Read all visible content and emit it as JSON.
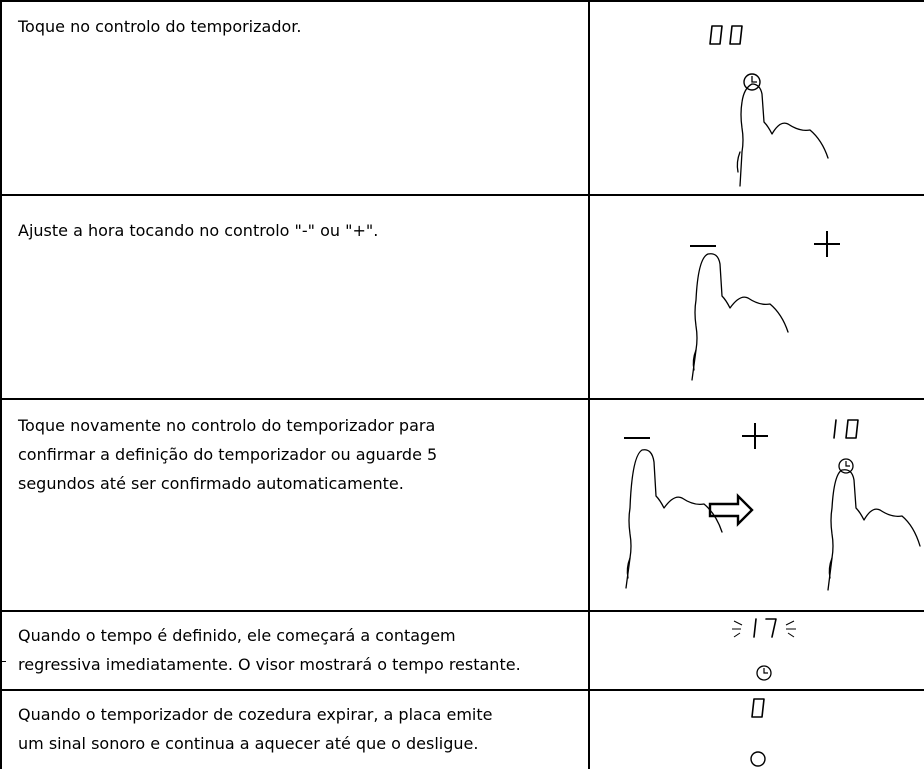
{
  "rows": [
    {
      "text": "Toque no controlo do temporizador.",
      "display": "00"
    },
    {
      "text": "Ajuste a hora tocando no controlo \"-\" ou \"+\".",
      "minus": "−",
      "plus": "+"
    },
    {
      "text_lines": [
        "Toque novamente no controlo do temporizador para",
        "confirmar a definição do temporizador ou aguarde 5",
        "segundos até ser confirmado automaticamente."
      ],
      "minus": "−",
      "plus": "+",
      "display": "10",
      "arrow": "right-outline-arrow"
    },
    {
      "text_lines": [
        "Quando o tempo é definido, ele começará a contagem",
        "regressiva imediatamente. O visor mostrará o tempo restante."
      ],
      "display": "17"
    },
    {
      "text_lines": [
        "Quando o temporizador de cozedura expirar, a placa emite",
        "um sinal sonoro e continua a aquecer até que o desligue."
      ],
      "display": "0"
    }
  ],
  "icons": [
    "timer-icon",
    "finger-hand-icon",
    "minus-icon",
    "plus-icon",
    "arrow-right-icon",
    "circle-icon"
  ]
}
